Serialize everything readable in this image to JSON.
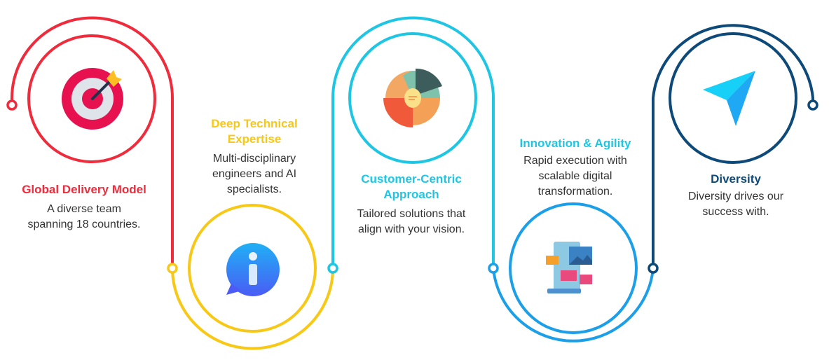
{
  "colors": {
    "red": "#ef2b3c",
    "yellow": "#f7c815",
    "cyan": "#1ec6e3",
    "blue": "#1b9fe8",
    "navy": "#0e4a79"
  },
  "steps": [
    {
      "title": "Global Delivery Model",
      "body": [
        "A diverse team",
        "spanning 18 countries."
      ],
      "icon": "target-icon"
    },
    {
      "title": [
        "Deep Technical",
        "Expertise"
      ],
      "body": [
        "Multi-disciplinary",
        "engineers and AI",
        "specialists."
      ],
      "icon": "info-chat-icon"
    },
    {
      "title": [
        "Customer-Centric",
        "Approach"
      ],
      "body": [
        "Tailored solutions that",
        "align with your vision."
      ],
      "icon": "pie-chart-icon"
    },
    {
      "title": "Innovation & Agility",
      "body": [
        "Rapid execution with",
        "scalable digital",
        "transformation."
      ],
      "icon": "web-design-icon"
    },
    {
      "title": "Diversity",
      "body": [
        "Diversity drives our",
        "success with."
      ],
      "icon": "navigation-arrow-icon"
    }
  ]
}
